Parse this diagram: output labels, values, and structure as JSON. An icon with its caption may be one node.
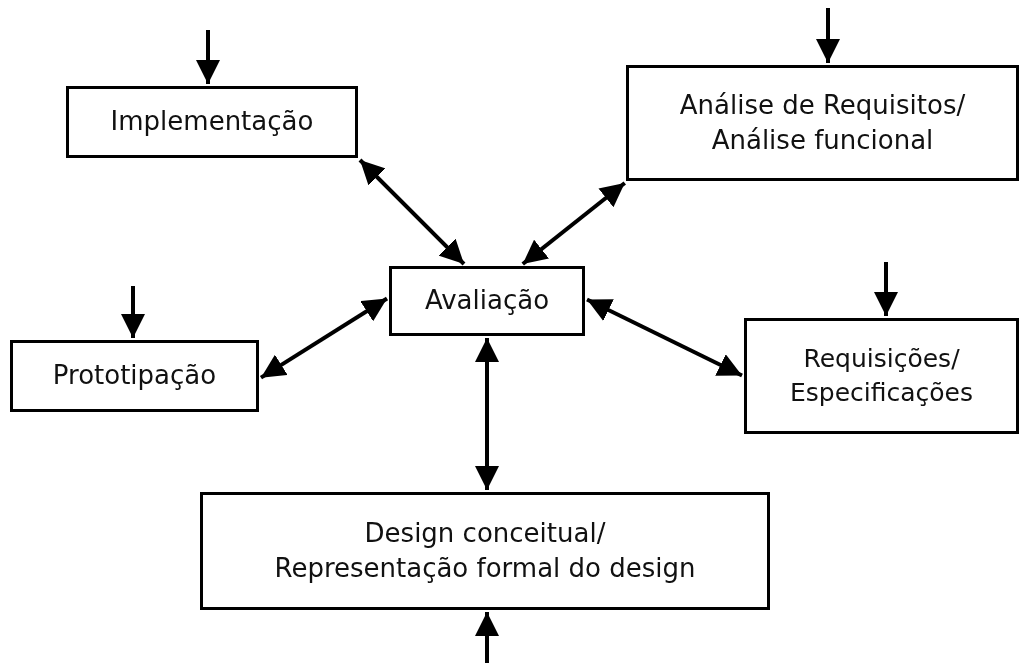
{
  "diagram": {
    "nodes": [
      {
        "text": [
          "Implementação"
        ]
      },
      {
        "text": [
          "Análise de Requisitos/ Análise funcional"
        ]
      },
      {
        "text": [
          "Avaliação"
        ]
      },
      {
        "text": [
          "Prototipação"
        ]
      },
      {
        "text": [
          "Requisições/ Especificações"
        ]
      },
      {
        "text": [
          "Design conceitual/ Representação formal do design"
        ]
      }
    ],
    "edges": [
      {
        "from": null,
        "to": 0,
        "arrow": "to"
      },
      {
        "from": null,
        "to": 1,
        "arrow": "to"
      },
      {
        "from": 0,
        "to": 2,
        "arrow": "both"
      },
      {
        "from": 1,
        "to": 2,
        "arrow": "both"
      },
      {
        "from": null,
        "to": 3,
        "arrow": "to"
      },
      {
        "from": 3,
        "to": 2,
        "arrow": "both"
      },
      {
        "from": 2,
        "to": 4,
        "arrow": "both"
      },
      {
        "from": null,
        "to": 4,
        "arrow": "to"
      },
      {
        "from": 2,
        "to": 5,
        "arrow": "both"
      },
      {
        "from": null,
        "to": 5,
        "arrow": "to"
      }
    ]
  }
}
